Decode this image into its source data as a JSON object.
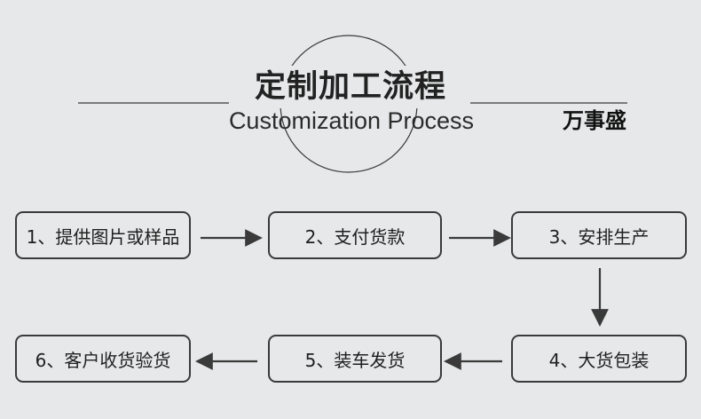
{
  "title": {
    "zh": "定制加工流程",
    "en": "Customization Process"
  },
  "brand": "万事盛",
  "steps": [
    {
      "label": "1、提供图片或样品"
    },
    {
      "label": "2、支付货款"
    },
    {
      "label": "3、安排生产"
    },
    {
      "label": "4、大货包装"
    },
    {
      "label": "5、装车发货"
    },
    {
      "label": "6、客户收货验货"
    }
  ],
  "colors": {
    "background": "#e6e8e9",
    "stroke": "#3a3a3a",
    "text": "#222222"
  }
}
